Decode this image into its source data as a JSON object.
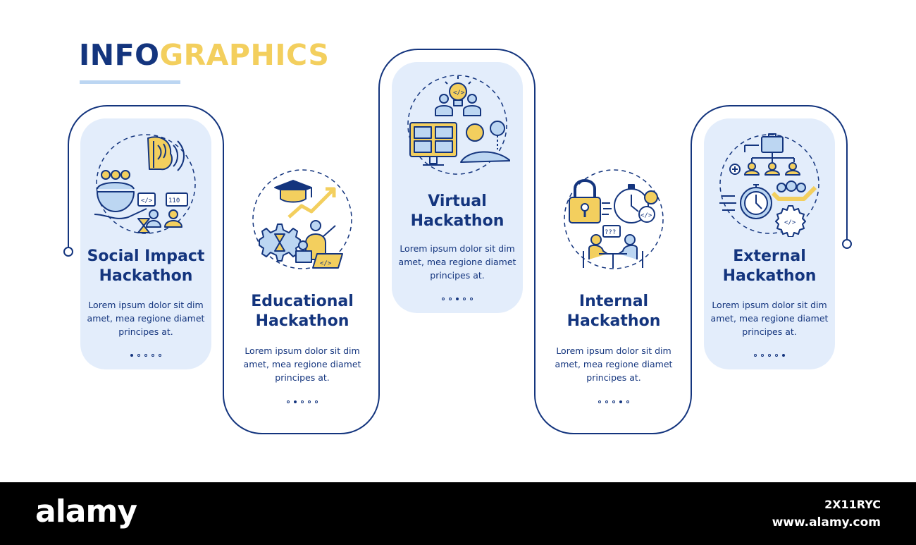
{
  "title": {
    "part1": "INFO",
    "part2": "GRAPHICS"
  },
  "colors": {
    "navy": "#14357e",
    "yellow": "#f3cf5e",
    "light_blue": "#e3edfb",
    "mid_blue": "#bcd6f2"
  },
  "cards": [
    {
      "title_line1": "Social Impact",
      "title_line2": "Hackathon",
      "body_line1": "Lorem ipsum dolor sit dim",
      "body_line2": "amet, mea regione diamet",
      "body_line3": "principes at.",
      "icon": "social-impact-icon",
      "active_dot": 1
    },
    {
      "title_line1": "Educational",
      "title_line2": "Hackathon",
      "body_line1": "Lorem ipsum dolor sit dim",
      "body_line2": "amet, mea regione diamet",
      "body_line3": "principes at.",
      "icon": "education-icon",
      "active_dot": 2
    },
    {
      "title_line1": "Virtual",
      "title_line2": "Hackathon",
      "body_line1": "Lorem ipsum dolor sit dim",
      "body_line2": "amet, mea regione diamet",
      "body_line3": "principes at.",
      "icon": "virtual-meeting-icon",
      "active_dot": 3
    },
    {
      "title_line1": "Internal",
      "title_line2": "Hackathon",
      "body_line1": "Lorem ipsum dolor sit dim",
      "body_line2": "amet, mea regione diamet",
      "body_line3": "principes at.",
      "icon": "internal-lock-icon",
      "active_dot": 4
    },
    {
      "title_line1": "External",
      "title_line2": "Hackathon",
      "body_line1": "Lorem ipsum dolor sit dim",
      "body_line2": "amet, mea regione diamet",
      "body_line3": "principes at.",
      "icon": "external-team-icon",
      "active_dot": 5
    }
  ],
  "footer": {
    "logo": "alamy",
    "image_id": "2X11RYC",
    "url": "www.alamy.com"
  }
}
